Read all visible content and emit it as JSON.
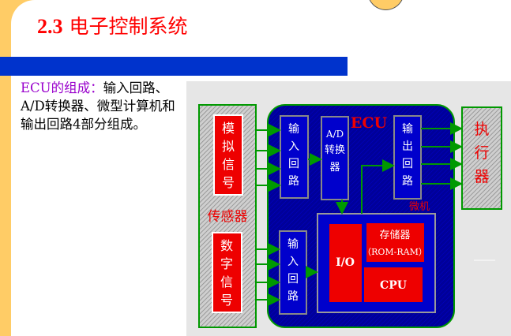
{
  "title": {
    "number": "2.3",
    "text": "电子控制系统"
  },
  "description": {
    "key": "ECU的组成：",
    "text": "输入回路、A/D转换器、微型计算机和输出回路4部分组成。"
  },
  "diagram": {
    "sensor": "传感器",
    "analog": "模拟信号",
    "digital": "数字信号",
    "ecu": "ECU",
    "input1": "输入回路",
    "input2": "输入回路",
    "adc": "A/D转换器",
    "output": "输出回路",
    "actuator": "执行器",
    "micro": "微机",
    "io": "I/O",
    "memory": "存储器",
    "memory_sub": "（ROM-RAM）",
    "cpu": "CPU"
  },
  "colors": {
    "accent": "#ff0000",
    "bar": "#0033cc",
    "ecu": "#000099",
    "box": "#0000cc",
    "arrow": "#009900"
  }
}
